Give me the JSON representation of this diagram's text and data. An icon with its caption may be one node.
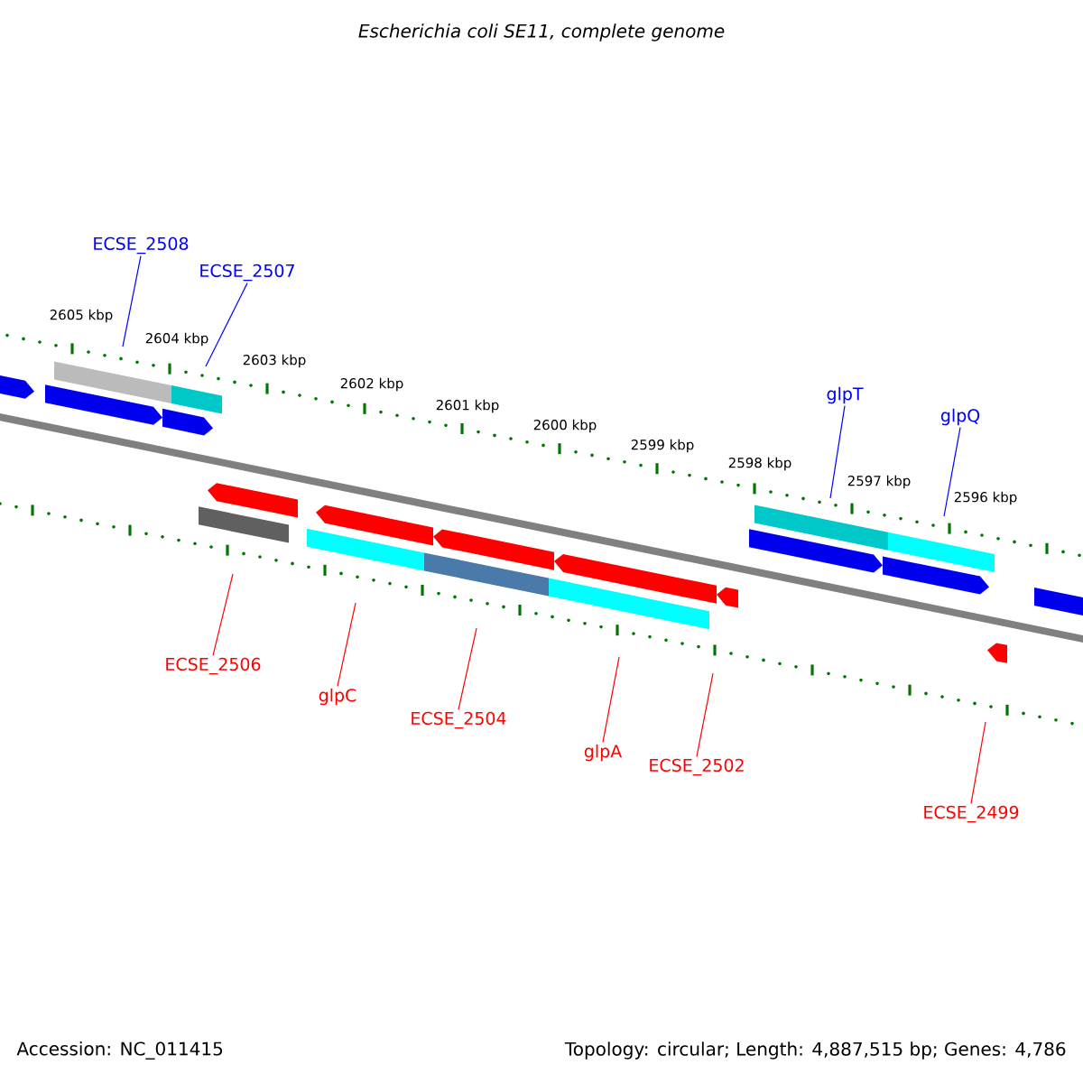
{
  "diagram": {
    "title": "Escherichia coli SE11, complete genome",
    "nodes": [
      {
        "text": [
          "ECSE_2508"
        ]
      },
      {
        "text": [
          "ECSE_2507"
        ]
      },
      {
        "text": [
          "glpT"
        ]
      },
      {
        "text": [
          "glpQ"
        ]
      },
      {
        "text": [
          "ECSE_2506"
        ]
      },
      {
        "text": [
          "glpC"
        ]
      },
      {
        "text": [
          "ECSE_2504"
        ]
      },
      {
        "text": [
          "glpA"
        ]
      },
      {
        "text": [
          "ECSE_2502"
        ]
      },
      {
        "text": [
          "ECSE_2499"
        ]
      }
    ],
    "edges": [
      {
        "from": 0,
        "to": null,
        "arrow": "none",
        "color": "#0000ff"
      },
      {
        "from": 1,
        "to": null,
        "arrow": "none",
        "color": "#0000ff"
      },
      {
        "from": 2,
        "to": null,
        "arrow": "none",
        "color": "#0000ff"
      },
      {
        "from": 3,
        "to": null,
        "arrow": "none",
        "color": "#0000ff"
      },
      {
        "from": 4,
        "to": null,
        "arrow": "none"
      },
      {
        "from": 5,
        "to": null,
        "arrow": "none"
      },
      {
        "from": 6,
        "to": null,
        "arrow": "none"
      },
      {
        "from": 7,
        "to": null,
        "arrow": "none"
      },
      {
        "from": 8,
        "to": null,
        "arrow": "none"
      },
      {
        "from": 9,
        "to": null,
        "arrow": "none"
      }
    ],
    "labels": [
      "2605 kbp",
      "2604 kbp",
      "2603 kbp",
      "2602 kbp",
      "2601 kbp",
      "2600 kbp",
      "2599 kbp",
      "2598 kbp",
      "2597 kbp",
      "2596 kbp",
      "Accession: NC_011415",
      "Topology: circular; Length: 4,887,515 bp; Genes: 4,786"
    ]
  }
}
